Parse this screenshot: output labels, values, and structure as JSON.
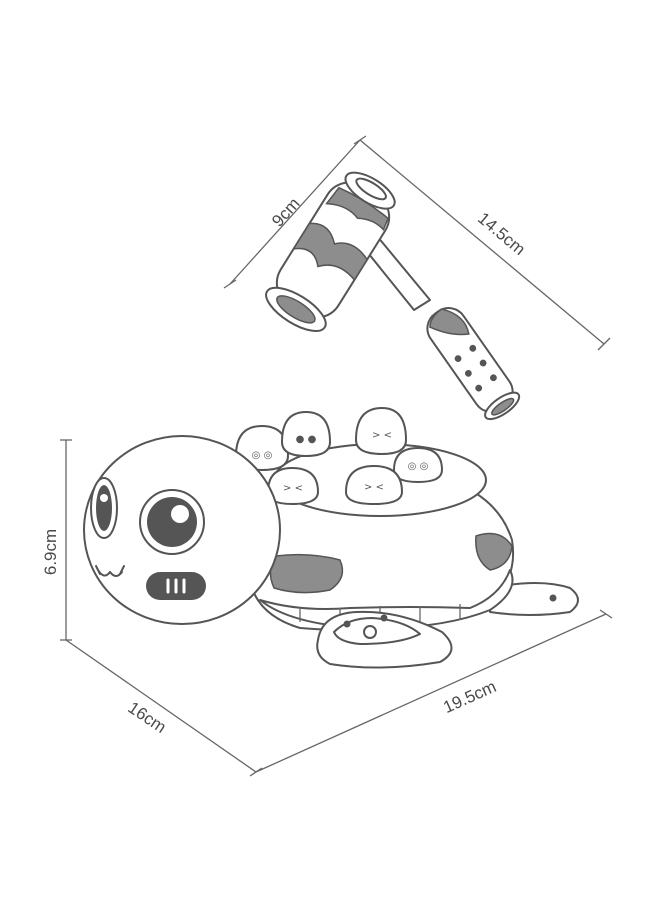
{
  "dimensions": {
    "hammer_head": "9cm",
    "hammer_length": "14.5cm",
    "height": "6.9cm",
    "width": "16cm",
    "length": "19.5cm"
  },
  "colors": {
    "line": "#555555",
    "fill_mid": "#8d8d8d",
    "background": "#ffffff"
  }
}
